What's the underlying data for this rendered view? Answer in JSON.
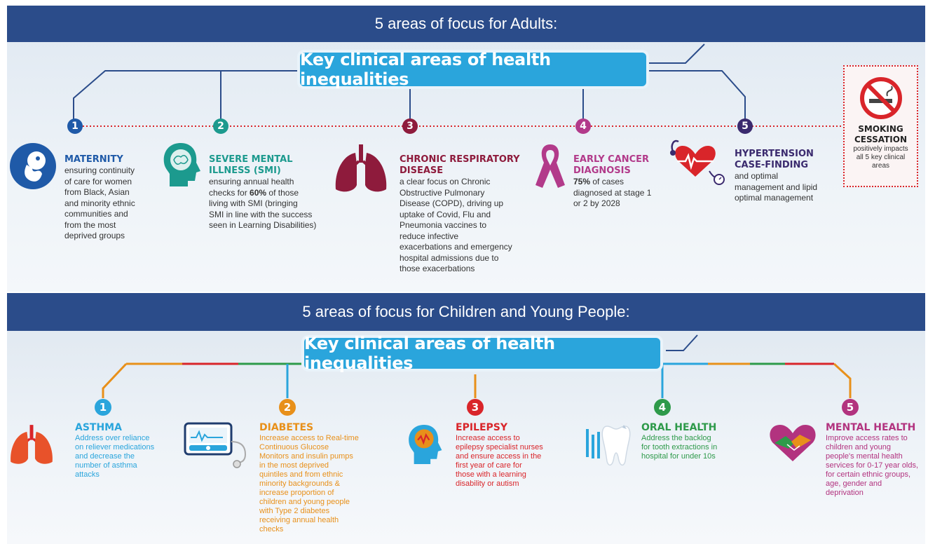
{
  "adults": {
    "banner": "5 areas of focus for Adults:",
    "key_title": "Key clinical areas of health inequalities",
    "items": [
      {
        "number": "1",
        "title": "MATERNITY",
        "desc_lines": [
          "ensuring continuity",
          "of care for women",
          "from Black, Asian",
          "and minority ethnic",
          "communities and",
          "from the most",
          "deprived groups"
        ],
        "color": "#1f5aa8",
        "icon": "fetus-icon"
      },
      {
        "number": "2",
        "title_lines": [
          "SEVERE MENTAL",
          "ILLNESS (SMI)"
        ],
        "desc_pre": "ensuring annual health",
        "desc_mid_pre": "checks for ",
        "desc_bold": "60%",
        "desc_mid_post": " of those",
        "desc_lines": [
          "living with SMI (bringing",
          "SMI in line with the success",
          "seen in Learning Disabilities)"
        ],
        "color": "#1c9a8e",
        "icon": "brain-head-icon"
      },
      {
        "number": "3",
        "title_lines": [
          "CHRONIC RESPIRATORY",
          "DISEASE"
        ],
        "desc_lines": [
          "a clear focus on Chronic",
          "Obstructive Pulmonary",
          "Disease (COPD), driving up",
          "uptake of Covid, Flu and",
          "Pneumonia vaccines to",
          "reduce infective",
          "exacerbations and emergency",
          "hospital admissions due to",
          "those exacerbations"
        ],
        "color": "#8e1b3c",
        "icon": "lungs-icon"
      },
      {
        "number": "4",
        "title_lines": [
          "EARLY CANCER",
          "DIAGNOSIS"
        ],
        "desc_bold": "75%",
        "desc_first_post": " of cases",
        "desc_lines": [
          "diagnosed at stage 1",
          "or 2 by 2028"
        ],
        "color": "#b23a8a",
        "icon": "ribbon-icon"
      },
      {
        "number": "5",
        "title_lines": [
          "HYPERTENSION",
          "CASE-FINDING"
        ],
        "desc_lines": [
          "and optimal",
          "management and lipid",
          "optimal management"
        ],
        "color": "#3a2a6e",
        "icon": "heart-monitor-icon"
      }
    ],
    "smoking": {
      "title_lines": [
        "SMOKING",
        "CESSATION"
      ],
      "desc_lines": [
        "positively impacts",
        "all 5 key clinical",
        "areas"
      ],
      "icon": "no-smoking-icon"
    }
  },
  "children": {
    "banner": "5 areas of focus for Children and Young People:",
    "key_title": "Key clinical areas of health inequalities",
    "items": [
      {
        "number": "1",
        "title": "ASTHMA",
        "color": "#2aa5dc",
        "icon": "lungs-icon",
        "desc_lines": [
          "Address over reliance",
          "on reliever medications",
          "and decrease the",
          "number of asthma",
          "attacks"
        ]
      },
      {
        "number": "2",
        "title": "DIABETES",
        "color": "#e8901a",
        "icon": "glucose-monitor-icon",
        "desc_lines": [
          "Increase access to Real-time",
          "Continuous Glucose",
          "Monitors and insulin pumps",
          "in the most deprived",
          "quintiles and from ethnic",
          "minority backgrounds &",
          "increase proportion of",
          "children and young people",
          "with Type 2 diabetes",
          "receiving annual health",
          "checks"
        ]
      },
      {
        "number": "3",
        "title": "EPILEPSY",
        "color": "#d9252a",
        "icon": "brain-head-icon",
        "desc_lines": [
          "Increase access to",
          "epilepsy specialist nurses",
          "and ensure access in the",
          "first year of care for",
          "those with a learning",
          "disability or autism"
        ]
      },
      {
        "number": "4",
        "title": "ORAL HEALTH",
        "color": "#2e9a4a",
        "icon": "tooth-icon",
        "desc_lines": [
          "Address the backlog",
          "for tooth extractions in",
          "hospital for under 10s"
        ]
      },
      {
        "number": "5",
        "title": "MENTAL HEALTH",
        "color": "#b2337f",
        "icon": "heart-hands-icon",
        "desc_lines": [
          "Improve access rates to",
          "children and young",
          "people's mental health",
          "services for 0-17 year olds,",
          "for certain ethnic groups,",
          "age, gender and",
          "deprivation"
        ]
      }
    ]
  }
}
